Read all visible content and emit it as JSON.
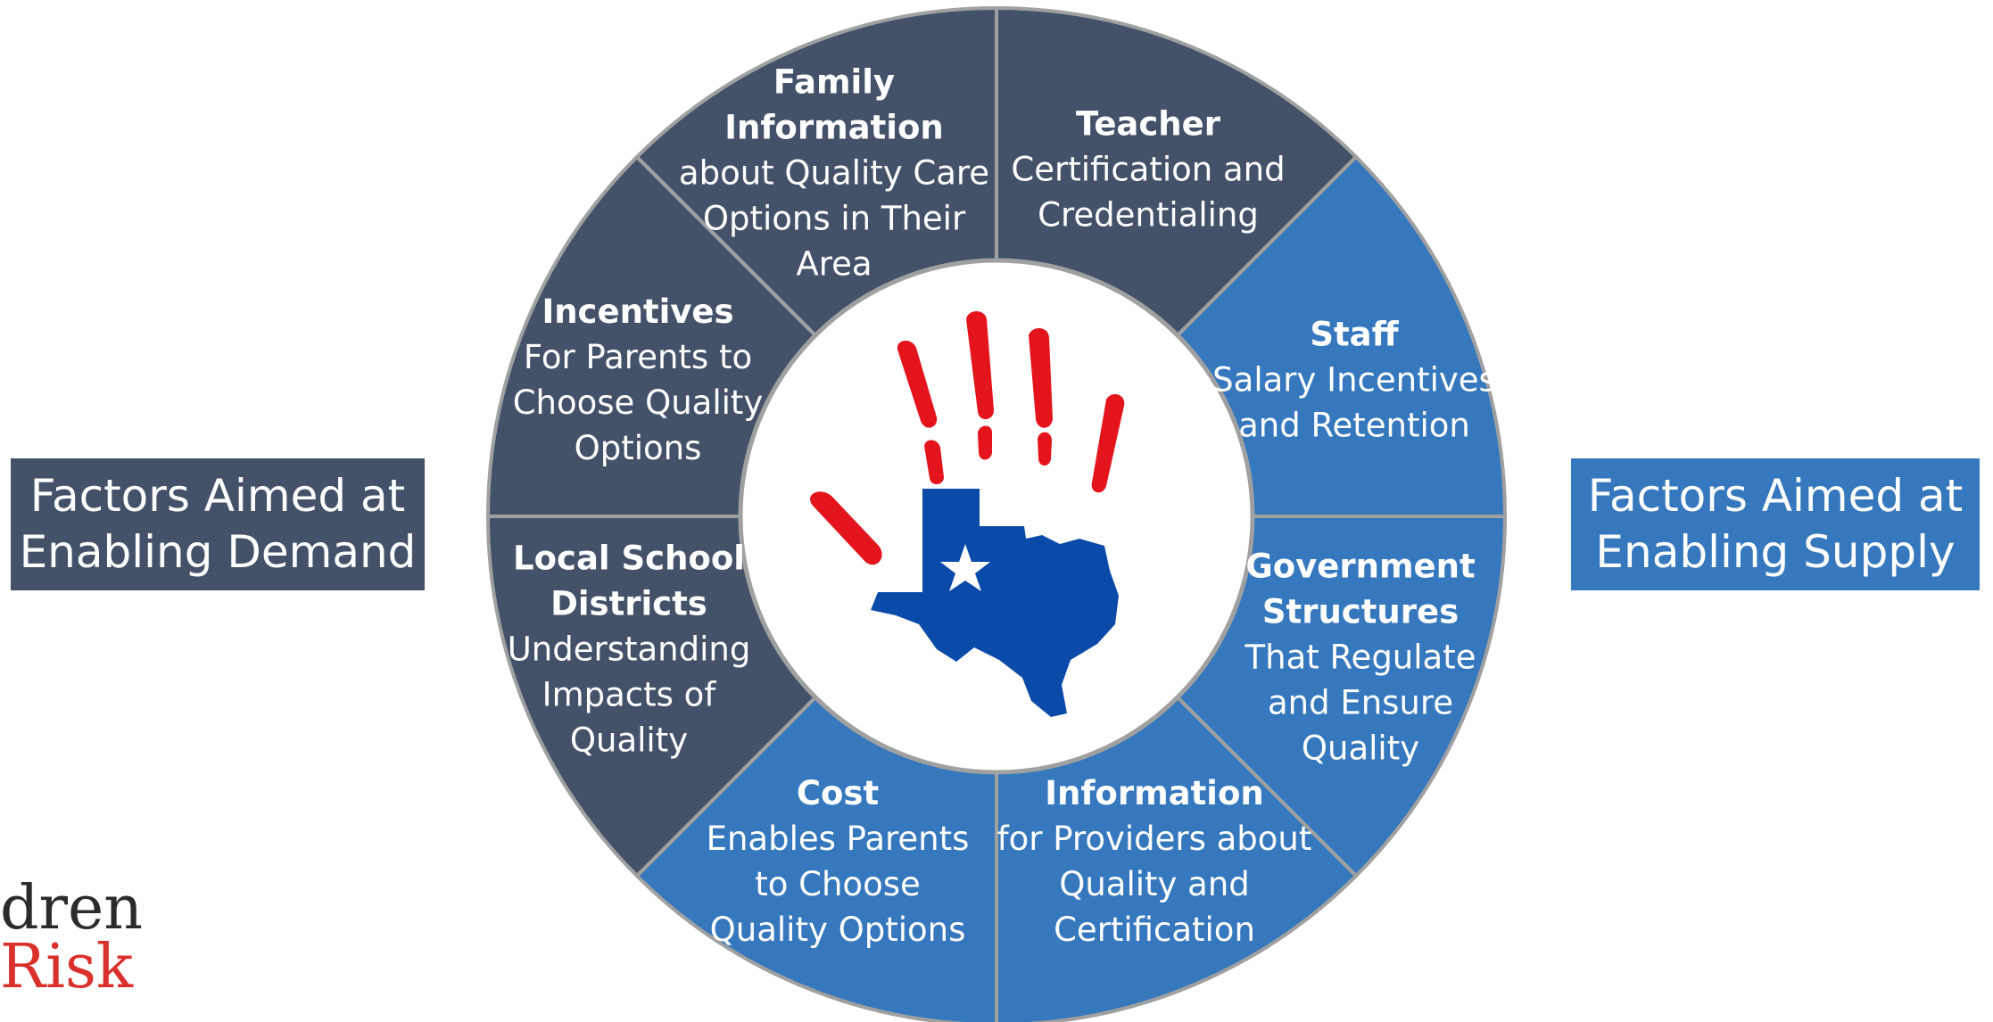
{
  "colors": {
    "demand": "#435268",
    "supply": "#3578bd",
    "border": "#a0a0a0",
    "hand_red": "#e4141d",
    "texas_blue": "#0a4aa8"
  },
  "left_box": {
    "label": "Factors Aimed at\nEnabling Demand"
  },
  "right_box": {
    "label": "Factors Aimed at\nEnabling Supply"
  },
  "segments": [
    {
      "id": "family-information",
      "side": "demand",
      "title": "Family\nInformation",
      "desc": "about Quality Care\nOptions in Their\nArea"
    },
    {
      "id": "teacher",
      "side": "supply",
      "title": "Teacher",
      "desc": "Certification and\nCredentialing"
    },
    {
      "id": "staff",
      "side": "supply",
      "title": "Staff",
      "desc": "Salary Incentives\nand Retention"
    },
    {
      "id": "government-structures",
      "side": "supply",
      "title": "Government\nStructures",
      "desc": "That Regulate\nand Ensure\nQuality"
    },
    {
      "id": "provider-information",
      "side": "supply",
      "title": "Information",
      "desc": "for Providers about\nQuality and\nCertification"
    },
    {
      "id": "cost",
      "side": "demand",
      "title": "Cost",
      "desc": "Enables Parents\nto Choose\nQuality Options"
    },
    {
      "id": "local-school-districts",
      "side": "demand",
      "title": "Local School\nDistricts",
      "desc": "Understanding\nImpacts of\nQuality"
    },
    {
      "id": "incentives",
      "side": "demand",
      "title": "Incentives",
      "desc": "For Parents to\nChoose Quality\nOptions"
    }
  ],
  "logo": {
    "line1": "dren",
    "line2": "Risk"
  }
}
